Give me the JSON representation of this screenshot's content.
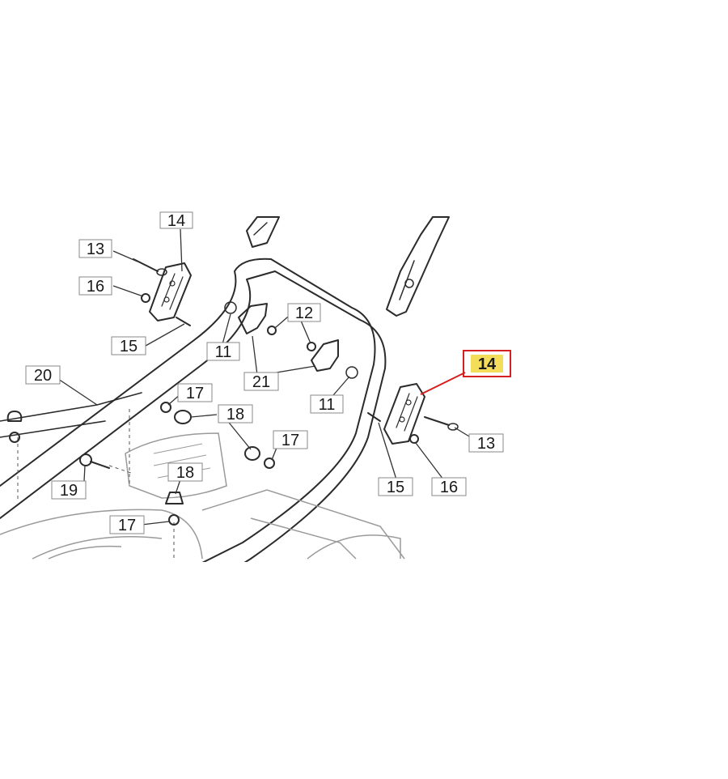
{
  "callouts": {
    "c13_left": "13",
    "c14_left": "14",
    "c16_left": "16",
    "c15_left": "15",
    "c20": "20",
    "c11_left": "11",
    "c12": "12",
    "c21": "21",
    "c11_right": "11",
    "c17_top": "17",
    "c18_top": "18",
    "c17_mid": "17",
    "c18_low": "18",
    "c19": "19",
    "c17_low": "17",
    "c14_highlight": "14",
    "c13_right": "13",
    "c15_right": "15",
    "c16_right": "16"
  },
  "colors": {
    "highlight_fill": "#f5dd5c",
    "highlight_border": "#d42020",
    "leader_line": "#d42020"
  }
}
